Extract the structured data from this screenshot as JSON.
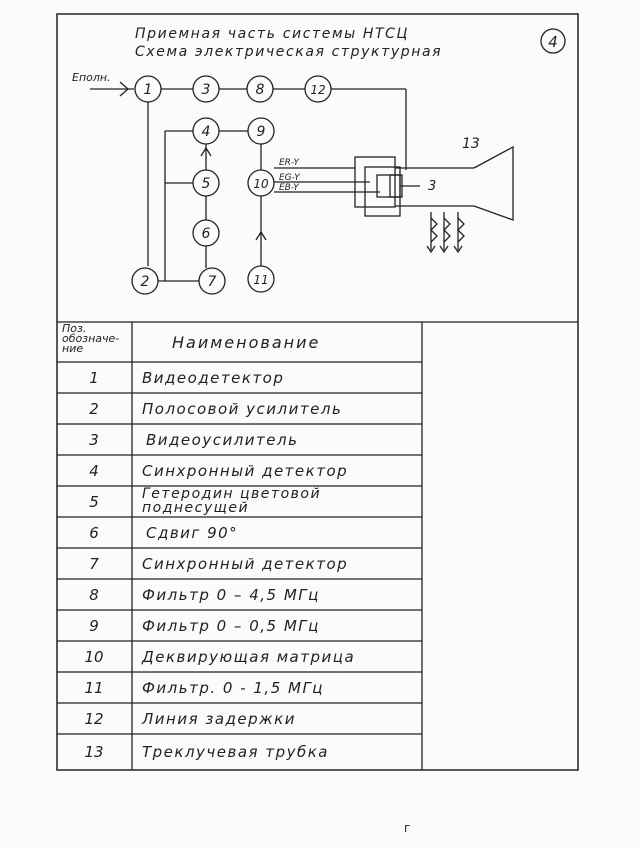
{
  "diagram": {
    "title_line1": "Приемная часть системы НТСЦ",
    "title_line2": "Схема электрическая структурная",
    "sheet_number": "4",
    "input_label": "Eполн.",
    "tube_label": "13",
    "tube_inner_label": "3",
    "signal_labels": [
      "ER-Y",
      "EG-Y",
      "EB-Y"
    ],
    "nodes": {
      "n1": "1",
      "n2": "2",
      "n3": "3",
      "n4": "4",
      "n5": "5",
      "n6": "6",
      "n7": "7",
      "n8": "8",
      "n9": "9",
      "n10": "10",
      "n11": "11",
      "n12": "12"
    }
  },
  "table": {
    "header_pos": "Поз. обозначе- ние",
    "header_name": "Наименование",
    "rows": [
      {
        "pos": "1",
        "name": "Видеодетектор"
      },
      {
        "pos": "2",
        "name": "Полосовой усилитель"
      },
      {
        "pos": "3",
        "name": "Видеоусилитель"
      },
      {
        "pos": "4",
        "name": "Синхронный детектор"
      },
      {
        "pos": "5",
        "name": "Гетеродин цветовой",
        "name2": "поднесущей"
      },
      {
        "pos": "6",
        "name": "Сдвиг 90°"
      },
      {
        "pos": "7",
        "name": "Синхронный детектор"
      },
      {
        "pos": "8",
        "name": "Фильтр 0 – 4,5 МГц"
      },
      {
        "pos": "9",
        "name": "Фильтр 0 – 0,5 МГц"
      },
      {
        "pos": "10",
        "name": "Деквирующая матрица"
      },
      {
        "pos": "11",
        "name": "Фильтр. 0 - 1,5 МГц"
      },
      {
        "pos": "12",
        "name": "Линия задержки"
      },
      {
        "pos": "13",
        "name": "Треклучевая трубка"
      }
    ]
  }
}
